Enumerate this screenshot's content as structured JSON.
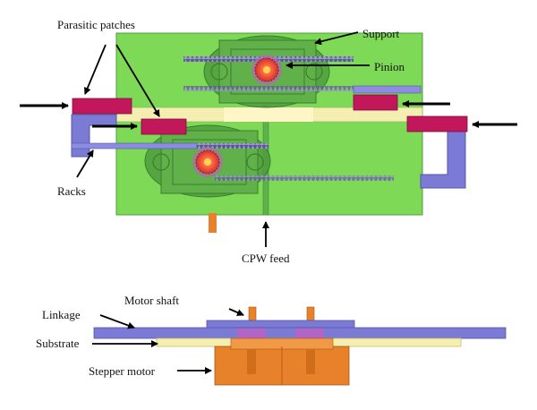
{
  "labels": {
    "parasitic_patches": "Parasitic patches",
    "support": "Support",
    "pinion": "Pinion",
    "racks": "Racks",
    "cpw_feed": "CPW feed",
    "motor_shaft": "Motor shaft",
    "linkage": "Linkage",
    "substrate": "Substrate",
    "stepper_motor": "Stepper motor"
  },
  "colors": {
    "substrate_green": "#7ed957",
    "patch": "#c2185b",
    "linkage": "#7b7bd6",
    "pinion": "#e53935",
    "motor": "#e8822a",
    "substrate_side": "#f4efb0",
    "dark_green": "#3f8a3a"
  }
}
